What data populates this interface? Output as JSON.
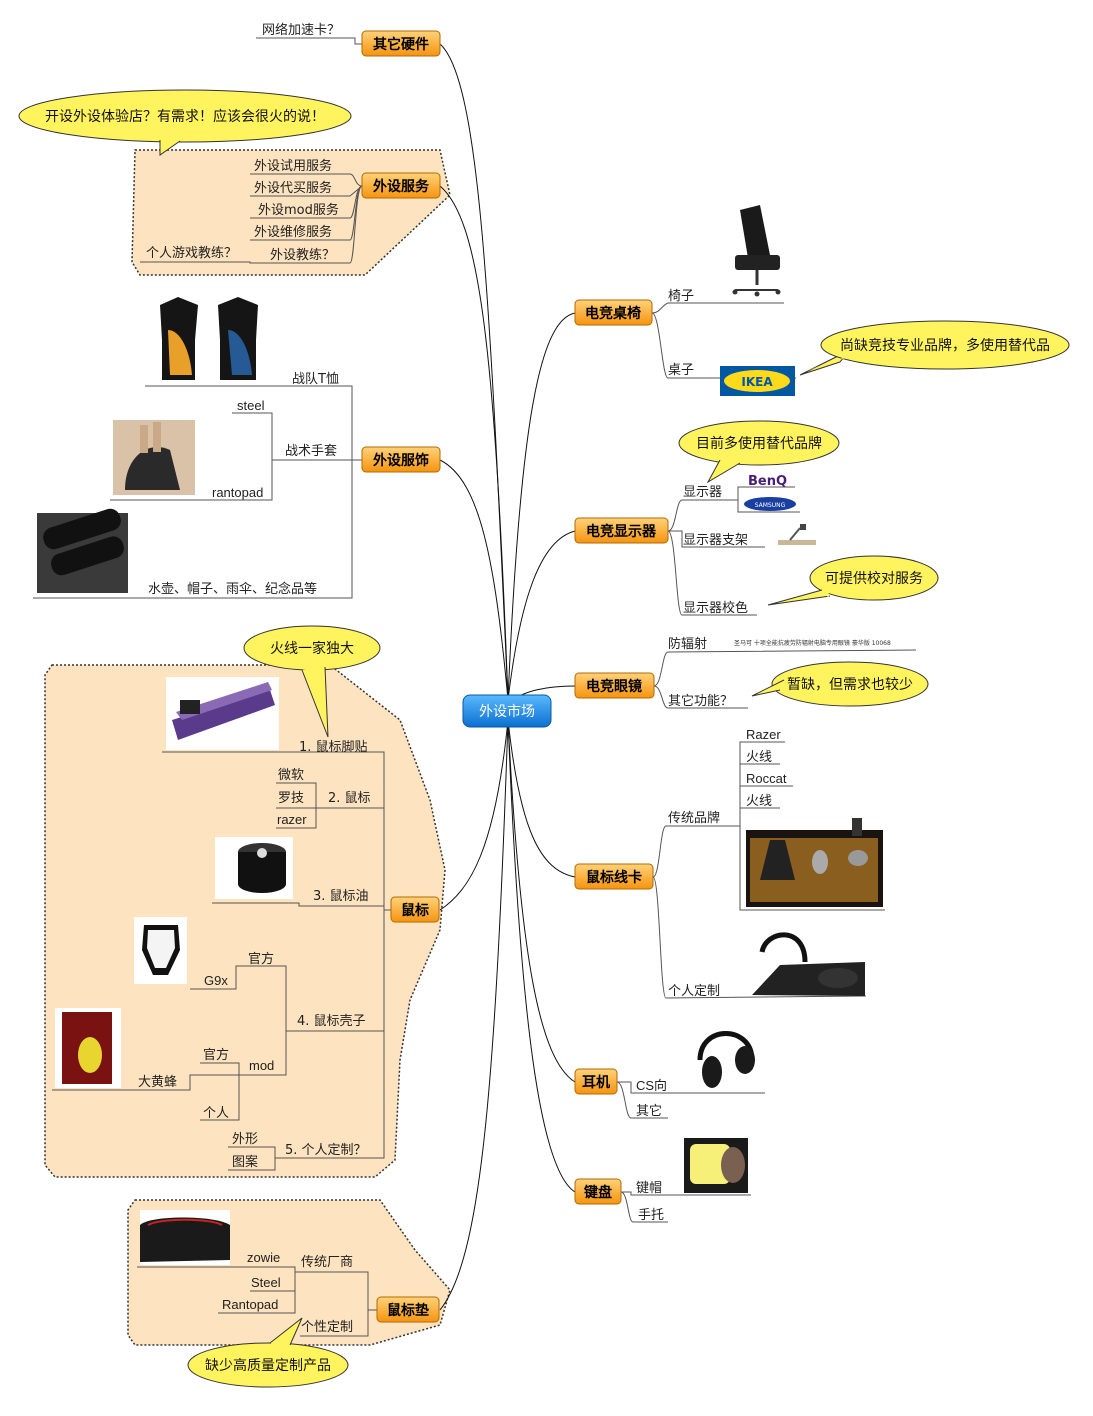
{
  "center": "外设市场",
  "right": {
    "chair": {
      "title": "电竞桌椅",
      "items": [
        "椅子",
        "桌子"
      ],
      "logo": "IKEA",
      "note": "尚缺竞技专业品牌，多使用替代品"
    },
    "monitor": {
      "title": "电竞显示器",
      "items": [
        "显示器",
        "显示器支架",
        "显示器校色"
      ],
      "logos": [
        "BenQ",
        "SAMSUNG"
      ],
      "note1": "目前多使用替代品牌",
      "note2": "可提供校对服务"
    },
    "glasses": {
      "title": "电竞眼镜",
      "items": [
        "防辐射",
        "其它功能？"
      ],
      "product": "圣马可 十项全能抗疲劳防辐射电脑专用眼镜 豪华版 10068",
      "note": "暂缺，但需求也较少"
    },
    "cable": {
      "title": "鼠标线卡",
      "items": [
        "传统品牌",
        "个人定制"
      ],
      "brands": [
        "Razer",
        "火线",
        "Roccat",
        "火线"
      ]
    },
    "headset": {
      "title": "耳机",
      "items": [
        "CS向",
        "其它"
      ]
    },
    "keyboard": {
      "title": "键盘",
      "items": [
        "键帽",
        "手托"
      ]
    }
  },
  "left": {
    "hardware": {
      "title": "其它硬件",
      "items": [
        "网络加速卡？"
      ]
    },
    "service": {
      "title": "外设服务",
      "items": [
        "外设试用服务",
        "外设代买服务",
        "外设mod服务",
        "外设维修服务",
        "外设教练？"
      ],
      "sub": "个人游戏教练？",
      "note": "开设外设体验店？有需求！应该会很火的说！"
    },
    "apparel": {
      "title": "外设服饰",
      "items": [
        "战队T恤",
        "战术手套",
        "水壶、帽子、雨伞、纪念品等"
      ],
      "glove": [
        "steel",
        "rantopad"
      ]
    },
    "mouse": {
      "title": "鼠标",
      "note": "火线一家独大",
      "feet": "1. 鼠标脚贴",
      "mice": {
        "label": "2. 鼠标",
        "items": [
          "微软",
          "罗技",
          "razer"
        ]
      },
      "oil": "3. 鼠标油",
      "shell": {
        "label": "4. 鼠标壳子",
        "official": "官方",
        "g9x": "G9x",
        "mod": "mod",
        "official2": "官方",
        "personal": "个人",
        "hornet": "大黄蜂"
      },
      "custom": {
        "label": "5. 个人定制？",
        "items": [
          "外形",
          "图案"
        ]
      }
    },
    "pad": {
      "title": "鼠标垫",
      "traditional": "传统厂商",
      "brands": [
        "zowie",
        "Steel",
        "Rantopad"
      ],
      "custom": "个性定制",
      "note": "缺少高质量定制产品"
    }
  },
  "colors": {
    "node": "#f7a219",
    "center": "#1e8fe0",
    "callout": "#fff45e",
    "group": "#fde3bf"
  }
}
